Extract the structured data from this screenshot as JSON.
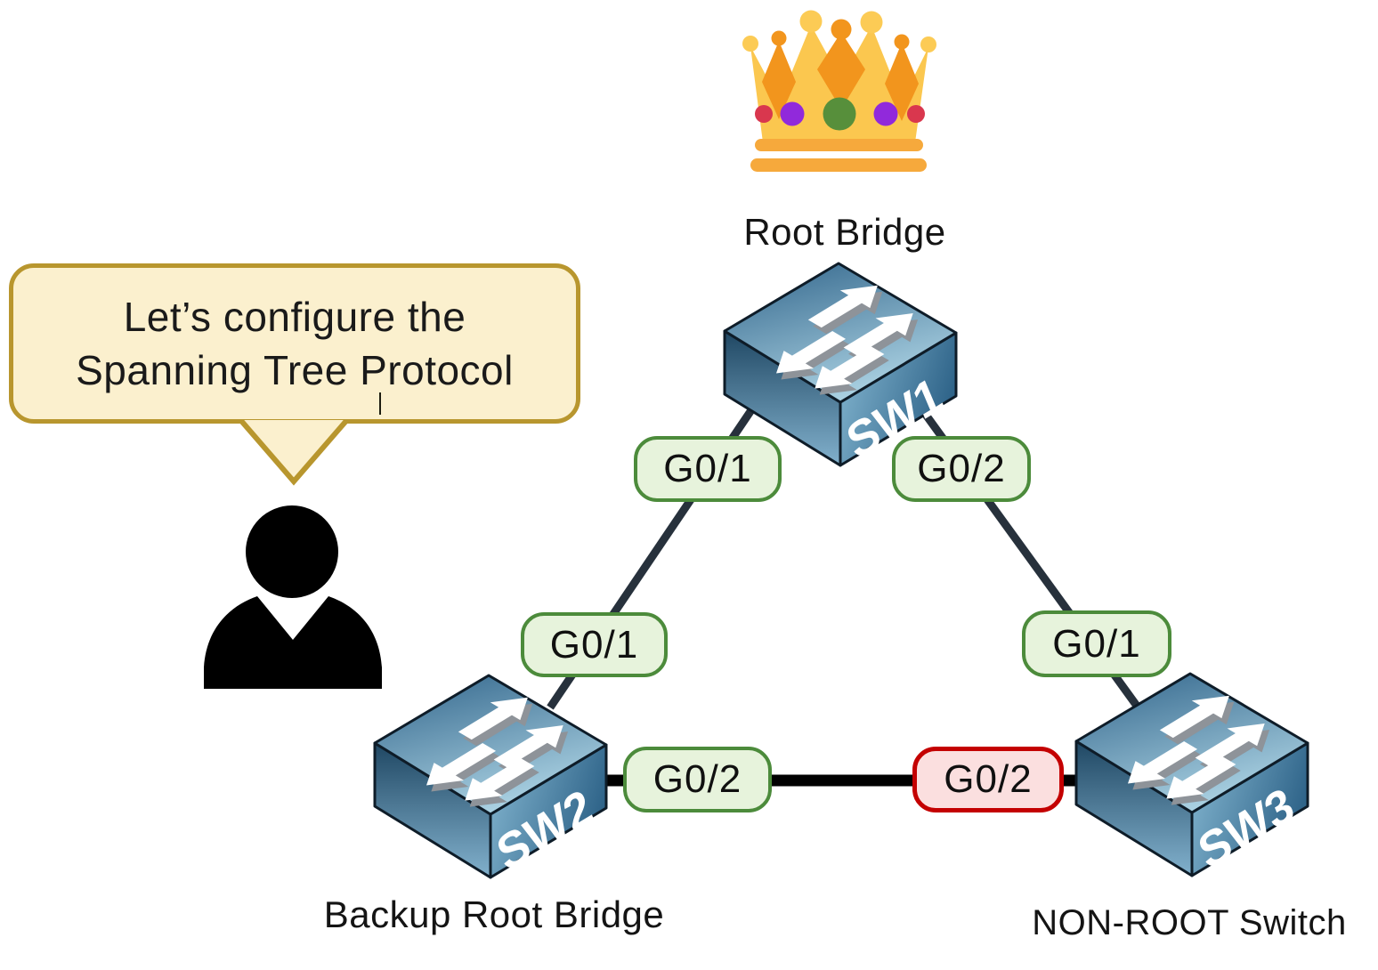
{
  "bubble": {
    "line1": "Let’s configure the",
    "line2": "Spanning Tree Protocol"
  },
  "nodes": {
    "sw1": {
      "label": "SW1",
      "caption": "Root Bridge"
    },
    "sw2": {
      "label": "SW2",
      "caption": "Backup Root Bridge"
    },
    "sw3": {
      "label": "SW3",
      "caption": "NON-ROOT Switch"
    }
  },
  "ports": {
    "sw1_to_sw2": "G0/1",
    "sw1_to_sw3": "G0/2",
    "sw2_to_sw1": "G0/1",
    "sw3_to_sw1": "G0/1",
    "sw2_to_sw3": "G0/2",
    "sw3_to_sw2": "G0/2"
  },
  "icons": {
    "crown": "crown-icon",
    "person": "person-icon",
    "switch": "network-switch-icon"
  },
  "colors": {
    "pill_green_fill": "#E7F3DC",
    "pill_green_border": "#4C8B3B",
    "pill_red_fill": "#FBDFDF",
    "pill_red_border": "#C40001",
    "bubble_fill": "#FBF0CE",
    "bubble_border": "#B8962E",
    "link_diagonal": "#27313C",
    "link_horizontal": "#010101",
    "switch_dark": "#1F4763",
    "switch_light": "#AAD1E2",
    "crown_gold": "#FBC74F",
    "crown_orange": "#F2951D",
    "crown_band": "#F6A93C",
    "jewel_red": "#D9374E",
    "jewel_purple": "#9129DB",
    "jewel_green": "#578F3B"
  }
}
